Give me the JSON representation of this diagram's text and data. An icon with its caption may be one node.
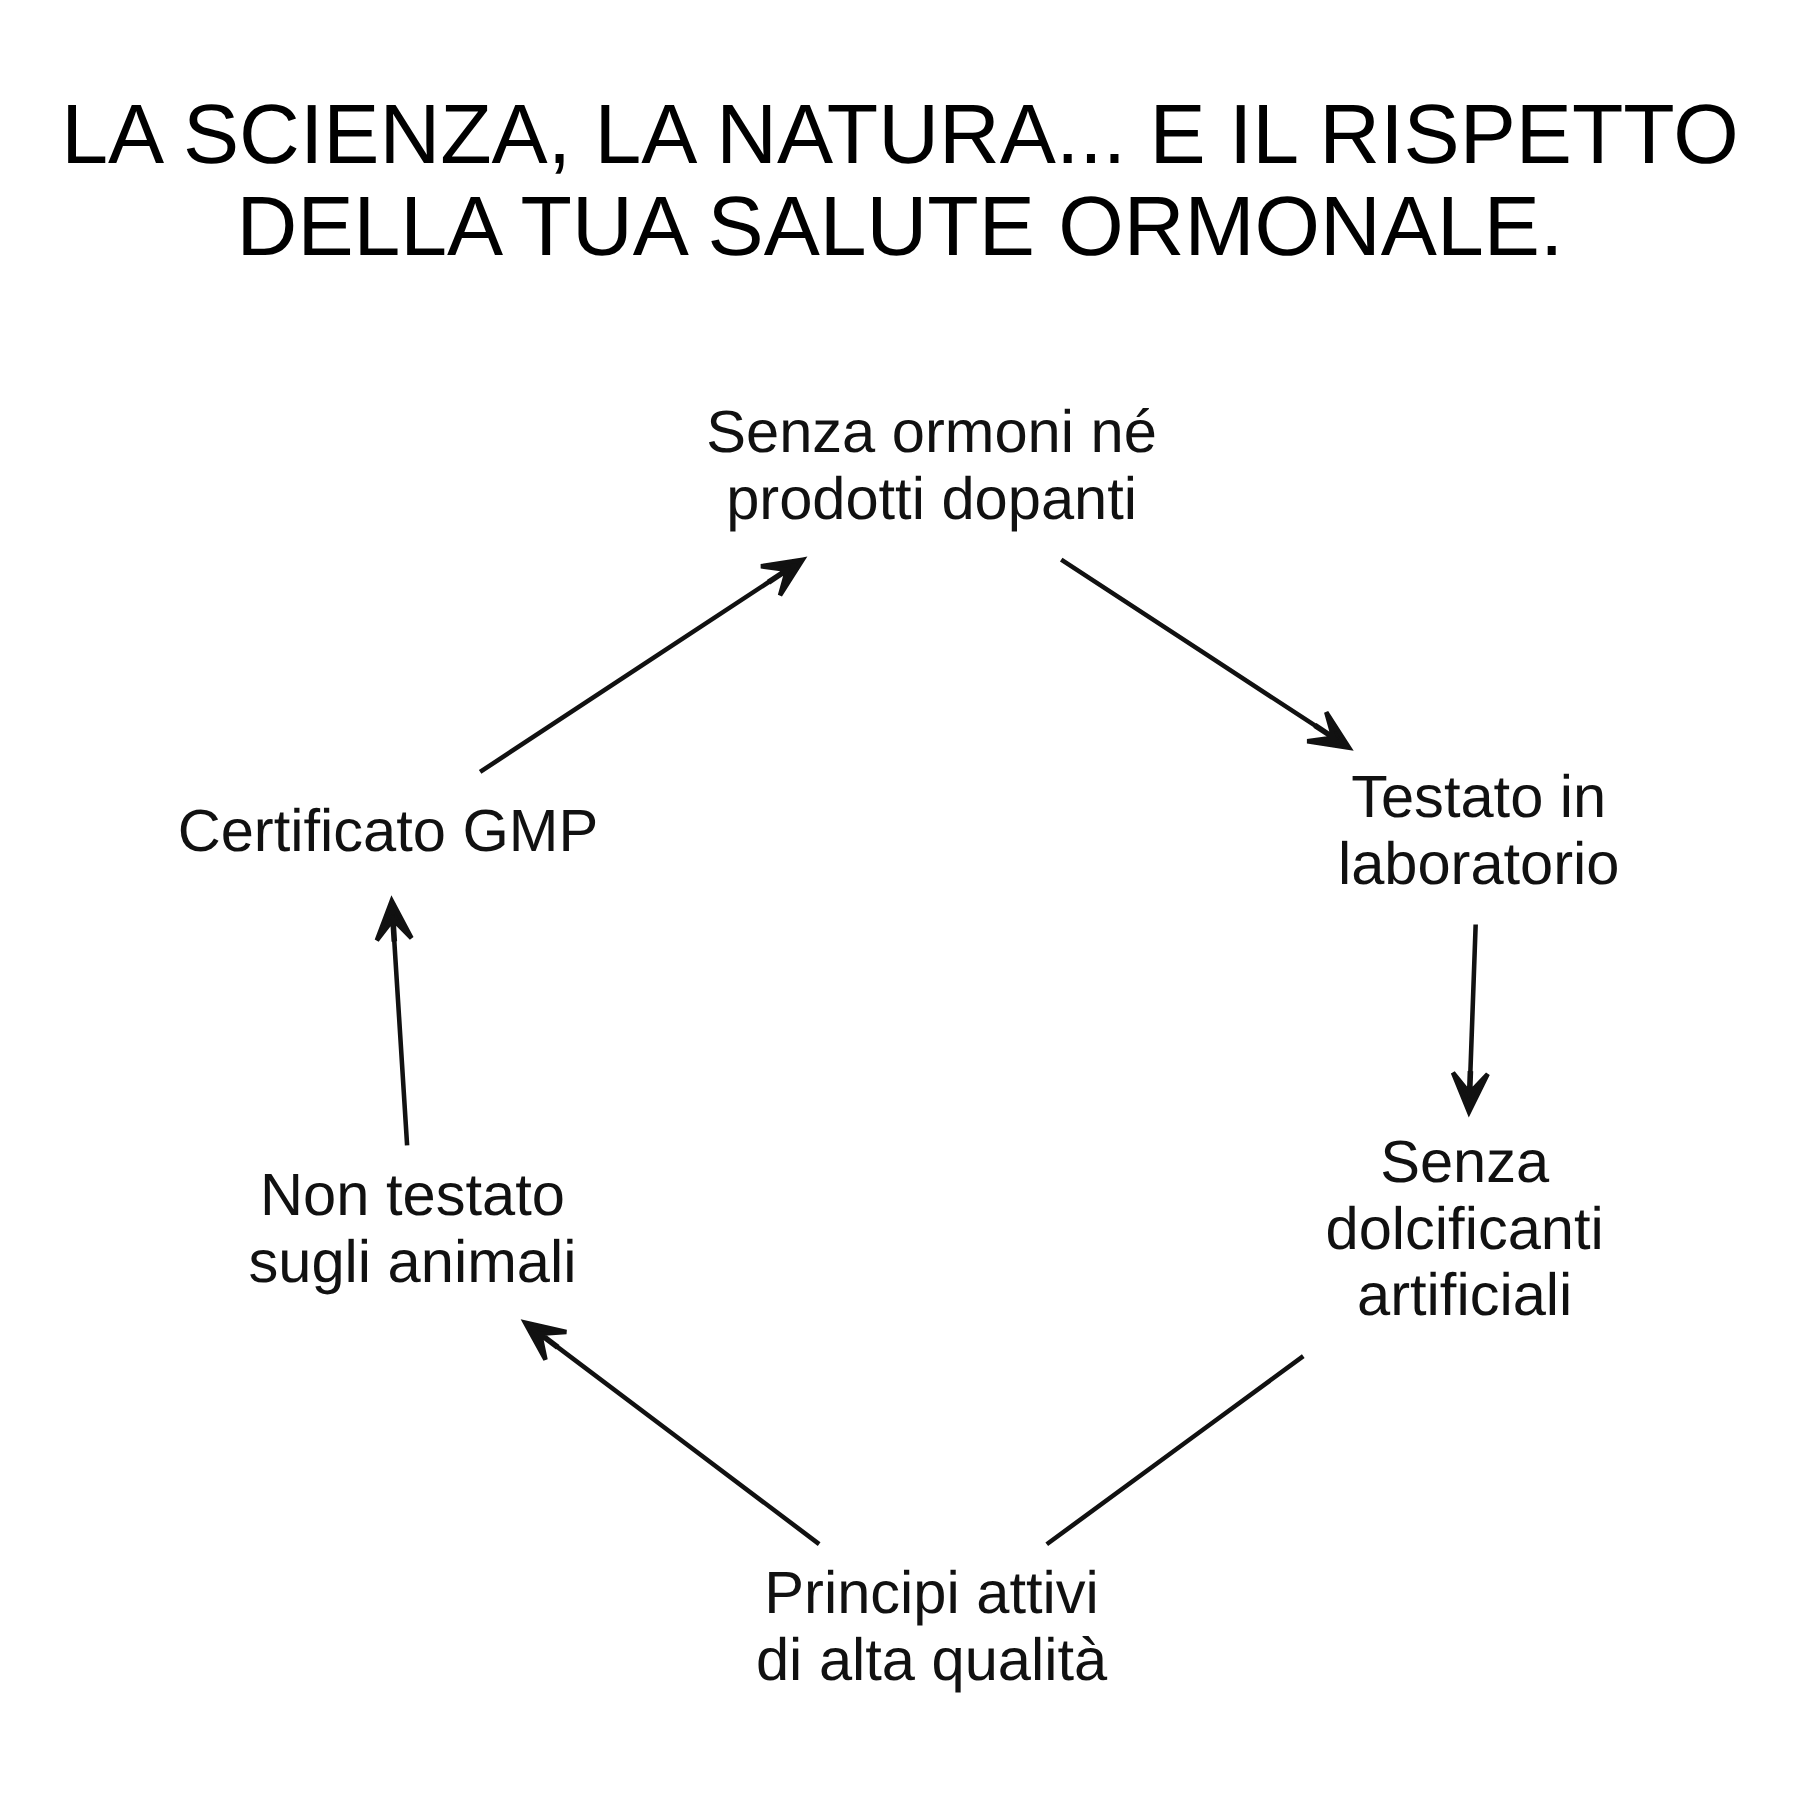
{
  "diagram": {
    "title": "LA SCIENZA, LA NATURA... E IL RISPETTO DELLA TUA SALUTE ORMONALE.",
    "nodes": [
      {
        "text": [
          "Senza ormoni né prodotti dopanti"
        ]
      },
      {
        "text": [
          "Certificato GMP"
        ]
      },
      {
        "text": [
          "Testato in laboratorio"
        ]
      },
      {
        "text": [
          "Non testato sugli animali"
        ]
      },
      {
        "text": [
          "Senza dolcificanti artificiali"
        ]
      },
      {
        "text": [
          "Principi attivi di alta qualità"
        ]
      }
    ],
    "edges": [
      {
        "from": 1,
        "to": 0,
        "arrow": "to"
      },
      {
        "from": 0,
        "to": 2,
        "arrow": "to"
      },
      {
        "from": 2,
        "to": 4,
        "arrow": "to"
      },
      {
        "from": 4,
        "to": 5,
        "arrow": "none"
      },
      {
        "from": 5,
        "to": 3,
        "arrow": "to"
      },
      {
        "from": 3,
        "to": 1,
        "arrow": "to"
      }
    ]
  }
}
